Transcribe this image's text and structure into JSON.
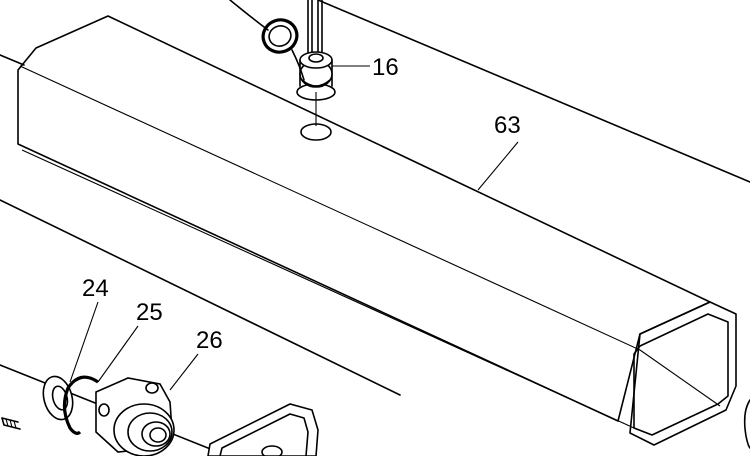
{
  "callouts": [
    {
      "id": "16",
      "text": "16"
    },
    {
      "id": "63",
      "text": "63"
    },
    {
      "id": "24",
      "text": "24"
    },
    {
      "id": "25",
      "text": "25"
    },
    {
      "id": "26",
      "text": "26"
    }
  ],
  "colors": {
    "line": "#000000",
    "background": "#ffffff"
  }
}
